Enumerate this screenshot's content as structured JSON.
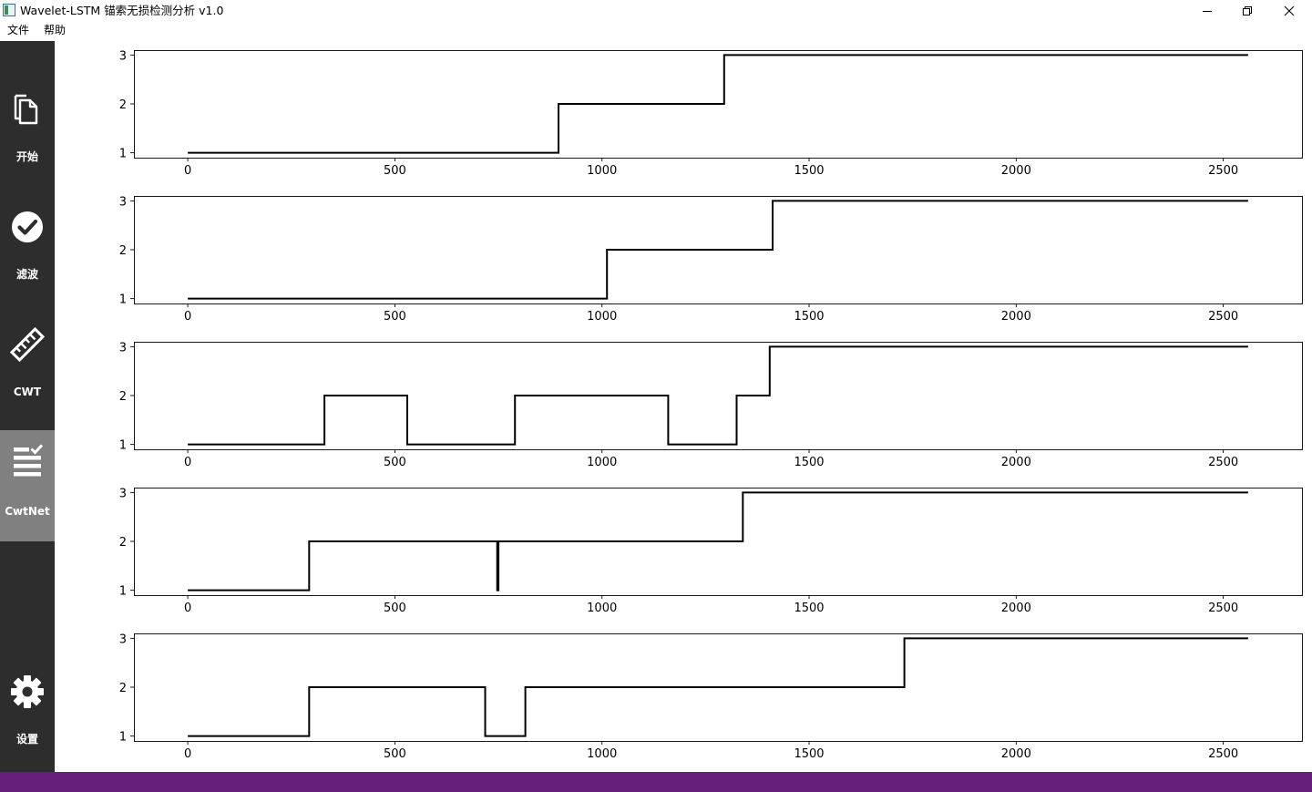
{
  "window": {
    "title": "Wavelet-LSTM 锚索无损检测分析 v1.0",
    "controls": [
      "minimize-icon",
      "restore-icon",
      "close-icon"
    ]
  },
  "menu": {
    "items": [
      {
        "label": "文件"
      },
      {
        "label": "帮助"
      }
    ]
  },
  "sidebar": {
    "background": "#2d2d2d",
    "active_background": "#808080",
    "items": [
      {
        "label": "开始",
        "icon": "document-icon",
        "active": false
      },
      {
        "label": "滤波",
        "icon": "check-circle-icon",
        "active": false
      },
      {
        "label": "CWT",
        "icon": "ruler-icon",
        "active": false
      },
      {
        "label": "CwtNet",
        "icon": "checklist-icon",
        "active": true
      },
      {
        "label": "设置",
        "icon": "gear-icon",
        "active": false
      }
    ]
  },
  "statusbar": {
    "color": "#661f7a"
  },
  "chart_data": [
    {
      "type": "line",
      "step": true,
      "xlim": [
        -130,
        2690
      ],
      "ylim": [
        0.9,
        3.1
      ],
      "xticks": [
        0,
        500,
        1000,
        1500,
        2000,
        2500
      ],
      "yticks": [
        1,
        2,
        3
      ],
      "series": [
        {
          "x": [
            0,
            895,
            895,
            1295,
            1295,
            2560
          ],
          "y": [
            1,
            1,
            2,
            2,
            3,
            3
          ]
        }
      ]
    },
    {
      "type": "line",
      "step": true,
      "xlim": [
        -130,
        2690
      ],
      "ylim": [
        0.9,
        3.1
      ],
      "xticks": [
        0,
        500,
        1000,
        1500,
        2000,
        2500
      ],
      "yticks": [
        1,
        2,
        3
      ],
      "series": [
        {
          "x": [
            0,
            1012,
            1012,
            1412,
            1412,
            2560
          ],
          "y": [
            1,
            1,
            2,
            2,
            3,
            3
          ]
        }
      ]
    },
    {
      "type": "line",
      "step": true,
      "xlim": [
        -130,
        2690
      ],
      "ylim": [
        0.9,
        3.1
      ],
      "xticks": [
        0,
        500,
        1000,
        1500,
        2000,
        2500
      ],
      "yticks": [
        1,
        2,
        3
      ],
      "series": [
        {
          "x": [
            0,
            330,
            330,
            530,
            530,
            790,
            790,
            1160,
            1160,
            1325,
            1325,
            1405,
            1405,
            2560
          ],
          "y": [
            1,
            1,
            2,
            2,
            1,
            1,
            2,
            2,
            1,
            1,
            2,
            2,
            3,
            3
          ]
        }
      ]
    },
    {
      "type": "line",
      "step": true,
      "xlim": [
        -130,
        2690
      ],
      "ylim": [
        0.9,
        3.1
      ],
      "xticks": [
        0,
        500,
        1000,
        1500,
        2000,
        2500
      ],
      "yticks": [
        1,
        2,
        3
      ],
      "series": [
        {
          "x": [
            0,
            293,
            293,
            747,
            747,
            750,
            750,
            1340,
            1340,
            2560
          ],
          "y": [
            1,
            1,
            2,
            2,
            1,
            1,
            2,
            2,
            3,
            3
          ]
        }
      ]
    },
    {
      "type": "line",
      "step": true,
      "xlim": [
        -130,
        2690
      ],
      "ylim": [
        0.9,
        3.1
      ],
      "xticks": [
        0,
        500,
        1000,
        1500,
        2000,
        2500
      ],
      "yticks": [
        1,
        2,
        3
      ],
      "series": [
        {
          "x": [
            0,
            293,
            293,
            718,
            718,
            815,
            815,
            1730,
            1730,
            2560
          ],
          "y": [
            1,
            1,
            2,
            2,
            1,
            1,
            2,
            2,
            3,
            3
          ]
        }
      ]
    }
  ]
}
